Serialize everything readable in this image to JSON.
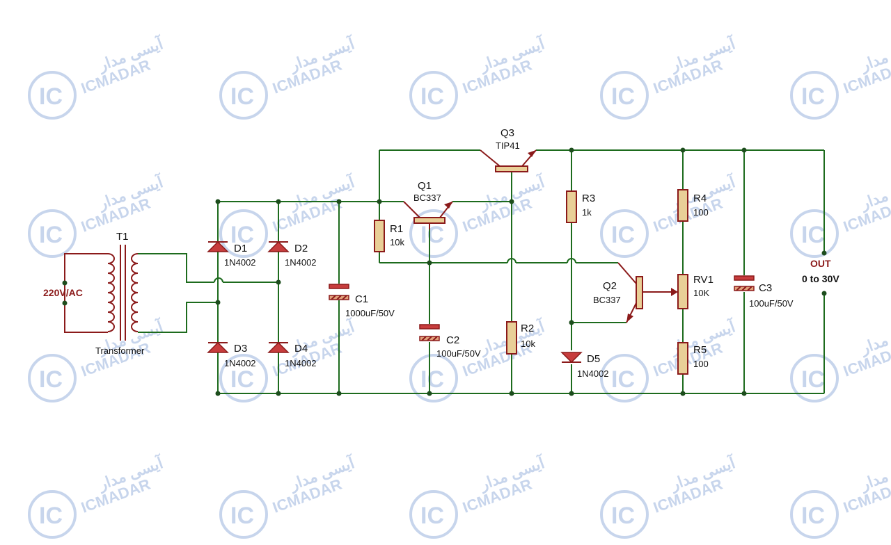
{
  "colors": {
    "wire": "#1d6b1d",
    "component": "#8b1a1a",
    "resistor_body": "#e9cf97",
    "diode_fill": "#c73d3d",
    "watermark": "#9bb3de"
  },
  "watermark": {
    "logo_letters": "IC",
    "latin": "ICMADAR",
    "persian": "آیسی مدار"
  },
  "input": {
    "label": "220V/AC"
  },
  "transformer": {
    "ref": "T1",
    "name": "Transformer"
  },
  "diodes": [
    {
      "ref": "D1",
      "value": "1N4002"
    },
    {
      "ref": "D2",
      "value": "1N4002"
    },
    {
      "ref": "D3",
      "value": "1N4002"
    },
    {
      "ref": "D4",
      "value": "1N4002"
    },
    {
      "ref": "D5",
      "value": "1N4002"
    }
  ],
  "capacitors": [
    {
      "ref": "C1",
      "value": "1000uF/50V"
    },
    {
      "ref": "C2",
      "value": "100uF/50V"
    },
    {
      "ref": "C3",
      "value": "100uF/50V"
    }
  ],
  "resistors": [
    {
      "ref": "R1",
      "value": "10k"
    },
    {
      "ref": "R2",
      "value": "10k"
    },
    {
      "ref": "R3",
      "value": "1k"
    },
    {
      "ref": "R4",
      "value": "100"
    },
    {
      "ref": "R5",
      "value": "100"
    }
  ],
  "potentiometer": {
    "ref": "RV1",
    "value": "10K"
  },
  "transistors": [
    {
      "ref": "Q1",
      "value": "BC337"
    },
    {
      "ref": "Q2",
      "value": "BC337"
    },
    {
      "ref": "Q3",
      "value": "TIP41"
    }
  ],
  "output": {
    "label": "OUT",
    "range": "0 to 30V"
  }
}
